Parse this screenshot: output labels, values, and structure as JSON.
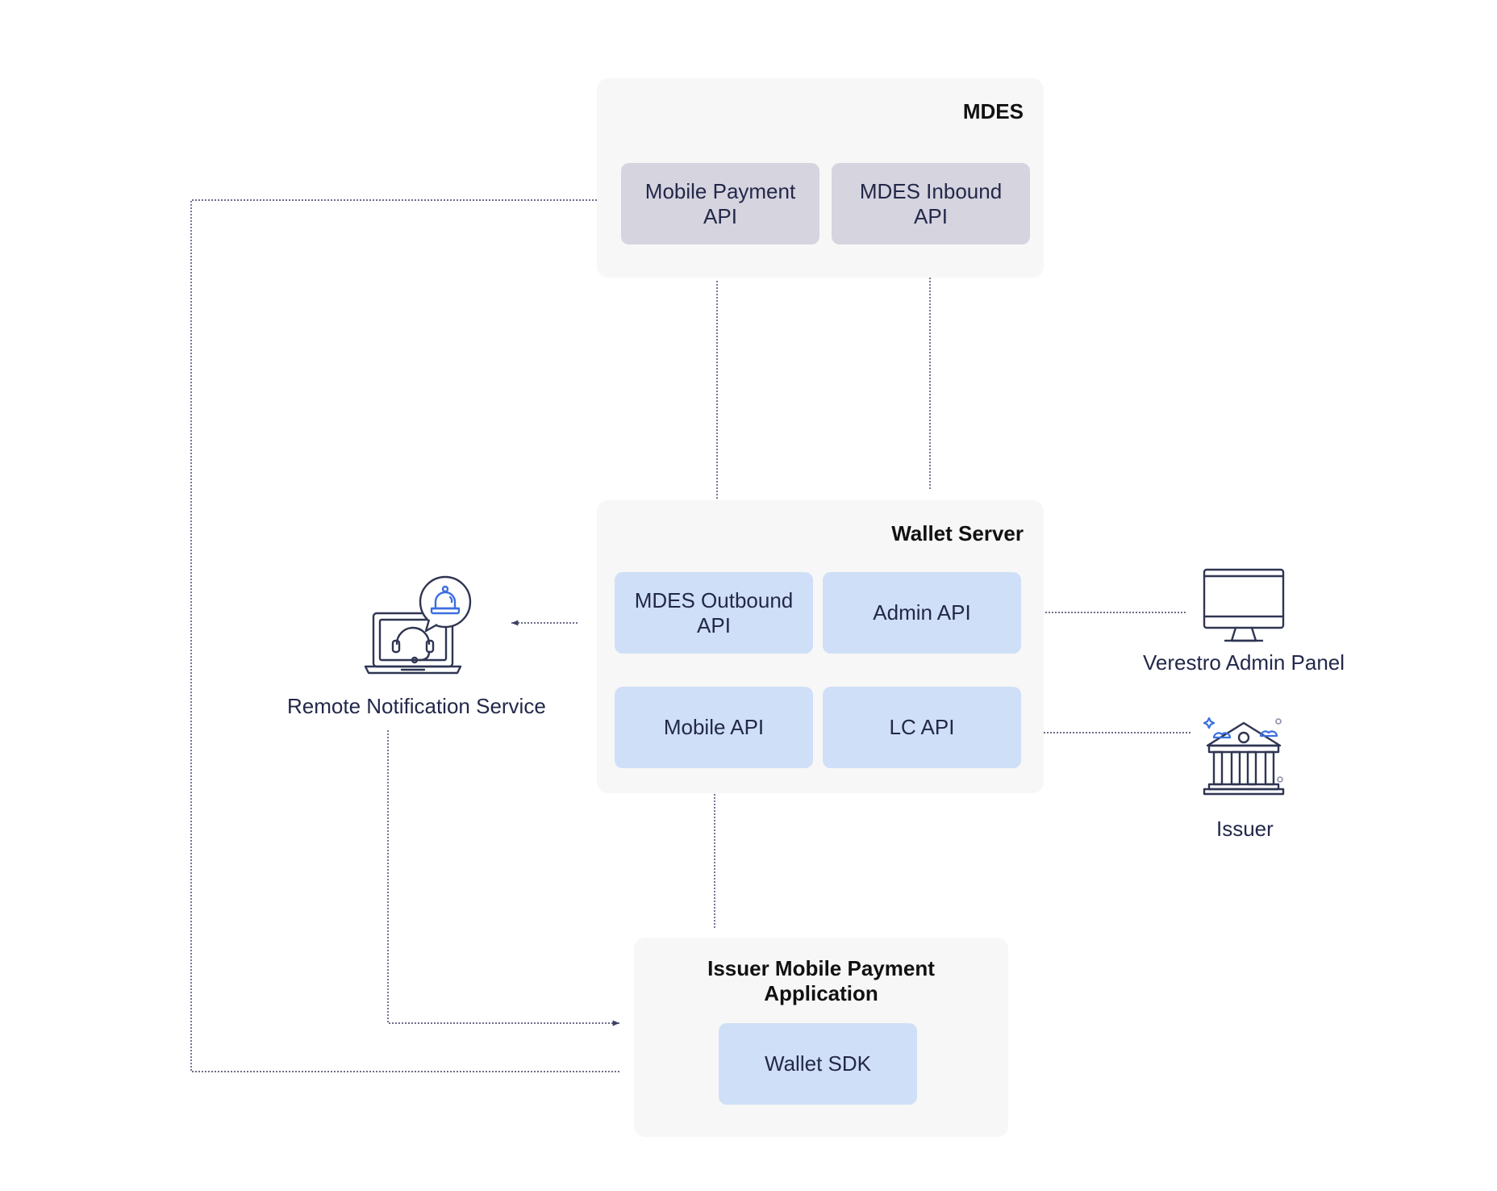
{
  "mdes": {
    "title": "MDES",
    "mobile_payment_api": "Mobile Payment\nAPI",
    "mdes_inbound_api": "MDES Inbound\nAPI"
  },
  "wallet_server": {
    "title": "Wallet Server",
    "mdes_outbound_api": "MDES Outbound\nAPI",
    "admin_api": "Admin API",
    "mobile_api": "Mobile API",
    "lc_api": "LC API"
  },
  "issuer_app": {
    "title": "Issuer Mobile Payment\nApplication",
    "wallet_sdk": "Wallet SDK"
  },
  "actors": {
    "remote_notification_service": "Remote Notification Service",
    "verestro_admin_panel": "Verestro Admin Panel",
    "issuer": "Issuer"
  },
  "colors": {
    "group_bg": "#f7f7f7",
    "mdes_box": "#d5d4df",
    "wallet_box": "#cfdff7",
    "line": "#3a3f63",
    "icon_accent": "#3b6fe0"
  }
}
